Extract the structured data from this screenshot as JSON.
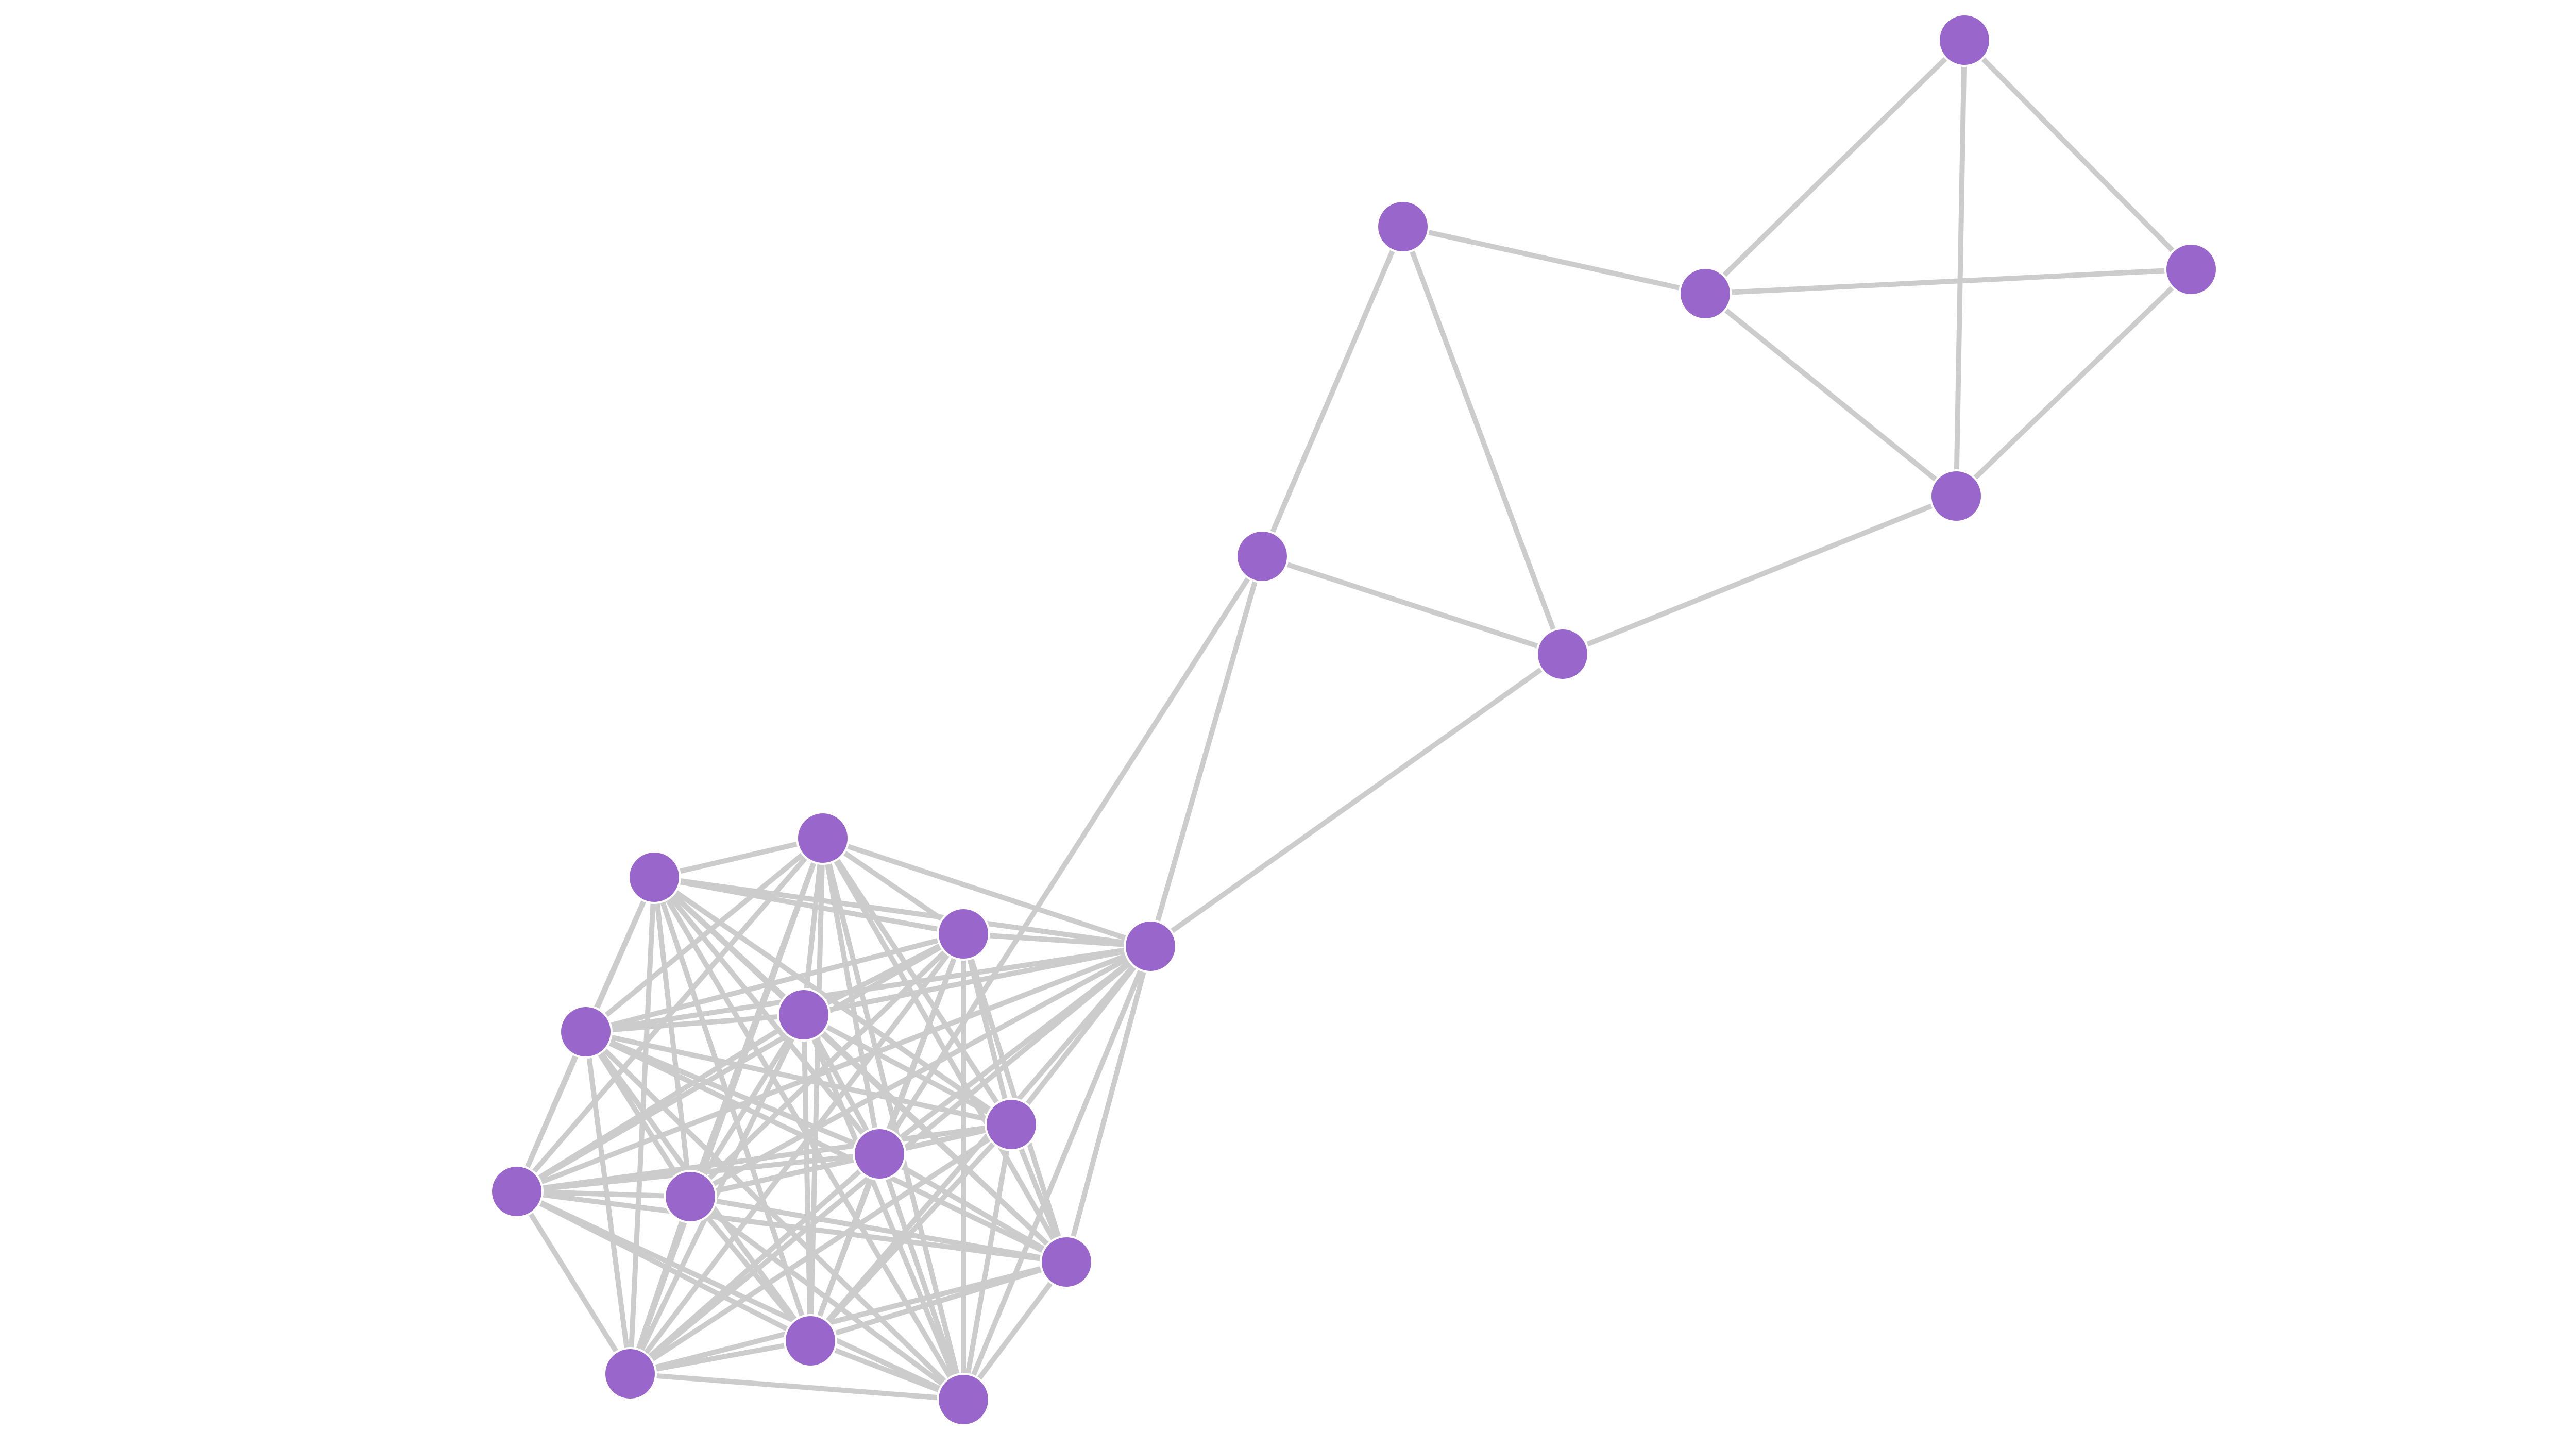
{
  "diagram": {
    "type": "network-graph",
    "colors": {
      "background": "#ffffff",
      "node": "#9966cc",
      "edge": "#cccccc"
    },
    "nodes": [
      {
        "id": "n1"
      },
      {
        "id": "n2"
      },
      {
        "id": "n3"
      },
      {
        "id": "n4"
      },
      {
        "id": "n5"
      },
      {
        "id": "n6"
      },
      {
        "id": "n7"
      },
      {
        "id": "n8"
      },
      {
        "id": "n9"
      },
      {
        "id": "n10"
      },
      {
        "id": "n11"
      },
      {
        "id": "n12"
      },
      {
        "id": "n13"
      },
      {
        "id": "n14"
      },
      {
        "id": "n15"
      },
      {
        "id": "n16"
      },
      {
        "id": "n17"
      },
      {
        "id": "n18"
      },
      {
        "id": "n19"
      },
      {
        "id": "n20"
      },
      {
        "id": "n21"
      }
    ],
    "edges": [
      [
        "n1",
        "n2"
      ],
      [
        "n1",
        "n3"
      ],
      [
        "n1",
        "n4"
      ],
      [
        "n2",
        "n3"
      ],
      [
        "n2",
        "n4"
      ],
      [
        "n3",
        "n4"
      ],
      [
        "n3",
        "n5"
      ],
      [
        "n4",
        "n7"
      ],
      [
        "n5",
        "n6"
      ],
      [
        "n5",
        "n7"
      ],
      [
        "n6",
        "n7"
      ],
      [
        "n6",
        "n8"
      ],
      [
        "n6",
        "n15"
      ],
      [
        "n7",
        "n8"
      ],
      [
        "n8",
        "n9"
      ],
      [
        "n8",
        "n10"
      ],
      [
        "n8",
        "n11"
      ],
      [
        "n8",
        "n12"
      ],
      [
        "n8",
        "n13"
      ],
      [
        "n8",
        "n14"
      ],
      [
        "n8",
        "n15"
      ],
      [
        "n8",
        "n16"
      ],
      [
        "n8",
        "n17"
      ],
      [
        "n8",
        "n18"
      ],
      [
        "n8",
        "n19"
      ],
      [
        "n8",
        "n20"
      ],
      [
        "n8",
        "n21"
      ],
      [
        "n9",
        "n10"
      ],
      [
        "n9",
        "n11"
      ],
      [
        "n9",
        "n12"
      ],
      [
        "n9",
        "n13"
      ],
      [
        "n9",
        "n14"
      ],
      [
        "n9",
        "n15"
      ],
      [
        "n9",
        "n16"
      ],
      [
        "n9",
        "n17"
      ],
      [
        "n9",
        "n18"
      ],
      [
        "n9",
        "n19"
      ],
      [
        "n9",
        "n20"
      ],
      [
        "n9",
        "n21"
      ],
      [
        "n10",
        "n11"
      ],
      [
        "n10",
        "n12"
      ],
      [
        "n10",
        "n13"
      ],
      [
        "n10",
        "n14"
      ],
      [
        "n10",
        "n15"
      ],
      [
        "n10",
        "n16"
      ],
      [
        "n10",
        "n17"
      ],
      [
        "n10",
        "n18"
      ],
      [
        "n10",
        "n19"
      ],
      [
        "n10",
        "n20"
      ],
      [
        "n10",
        "n21"
      ],
      [
        "n11",
        "n12"
      ],
      [
        "n11",
        "n13"
      ],
      [
        "n11",
        "n14"
      ],
      [
        "n11",
        "n15"
      ],
      [
        "n11",
        "n16"
      ],
      [
        "n11",
        "n17"
      ],
      [
        "n11",
        "n18"
      ],
      [
        "n11",
        "n19"
      ],
      [
        "n11",
        "n20"
      ],
      [
        "n11",
        "n21"
      ],
      [
        "n12",
        "n13"
      ],
      [
        "n12",
        "n14"
      ],
      [
        "n12",
        "n15"
      ],
      [
        "n12",
        "n16"
      ],
      [
        "n12",
        "n17"
      ],
      [
        "n12",
        "n18"
      ],
      [
        "n12",
        "n19"
      ],
      [
        "n12",
        "n20"
      ],
      [
        "n12",
        "n21"
      ],
      [
        "n13",
        "n14"
      ],
      [
        "n13",
        "n15"
      ],
      [
        "n13",
        "n16"
      ],
      [
        "n13",
        "n17"
      ],
      [
        "n13",
        "n18"
      ],
      [
        "n13",
        "n19"
      ],
      [
        "n13",
        "n20"
      ],
      [
        "n13",
        "n21"
      ],
      [
        "n14",
        "n15"
      ],
      [
        "n14",
        "n16"
      ],
      [
        "n14",
        "n17"
      ],
      [
        "n14",
        "n18"
      ],
      [
        "n14",
        "n19"
      ],
      [
        "n14",
        "n20"
      ],
      [
        "n14",
        "n21"
      ],
      [
        "n15",
        "n16"
      ],
      [
        "n15",
        "n17"
      ],
      [
        "n15",
        "n18"
      ],
      [
        "n15",
        "n19"
      ],
      [
        "n15",
        "n20"
      ],
      [
        "n15",
        "n21"
      ],
      [
        "n16",
        "n17"
      ],
      [
        "n16",
        "n18"
      ],
      [
        "n16",
        "n19"
      ],
      [
        "n16",
        "n20"
      ],
      [
        "n16",
        "n21"
      ],
      [
        "n17",
        "n18"
      ],
      [
        "n17",
        "n19"
      ],
      [
        "n17",
        "n20"
      ],
      [
        "n17",
        "n21"
      ],
      [
        "n18",
        "n19"
      ],
      [
        "n18",
        "n20"
      ],
      [
        "n18",
        "n21"
      ],
      [
        "n19",
        "n20"
      ],
      [
        "n19",
        "n21"
      ],
      [
        "n20",
        "n21"
      ]
    ]
  }
}
